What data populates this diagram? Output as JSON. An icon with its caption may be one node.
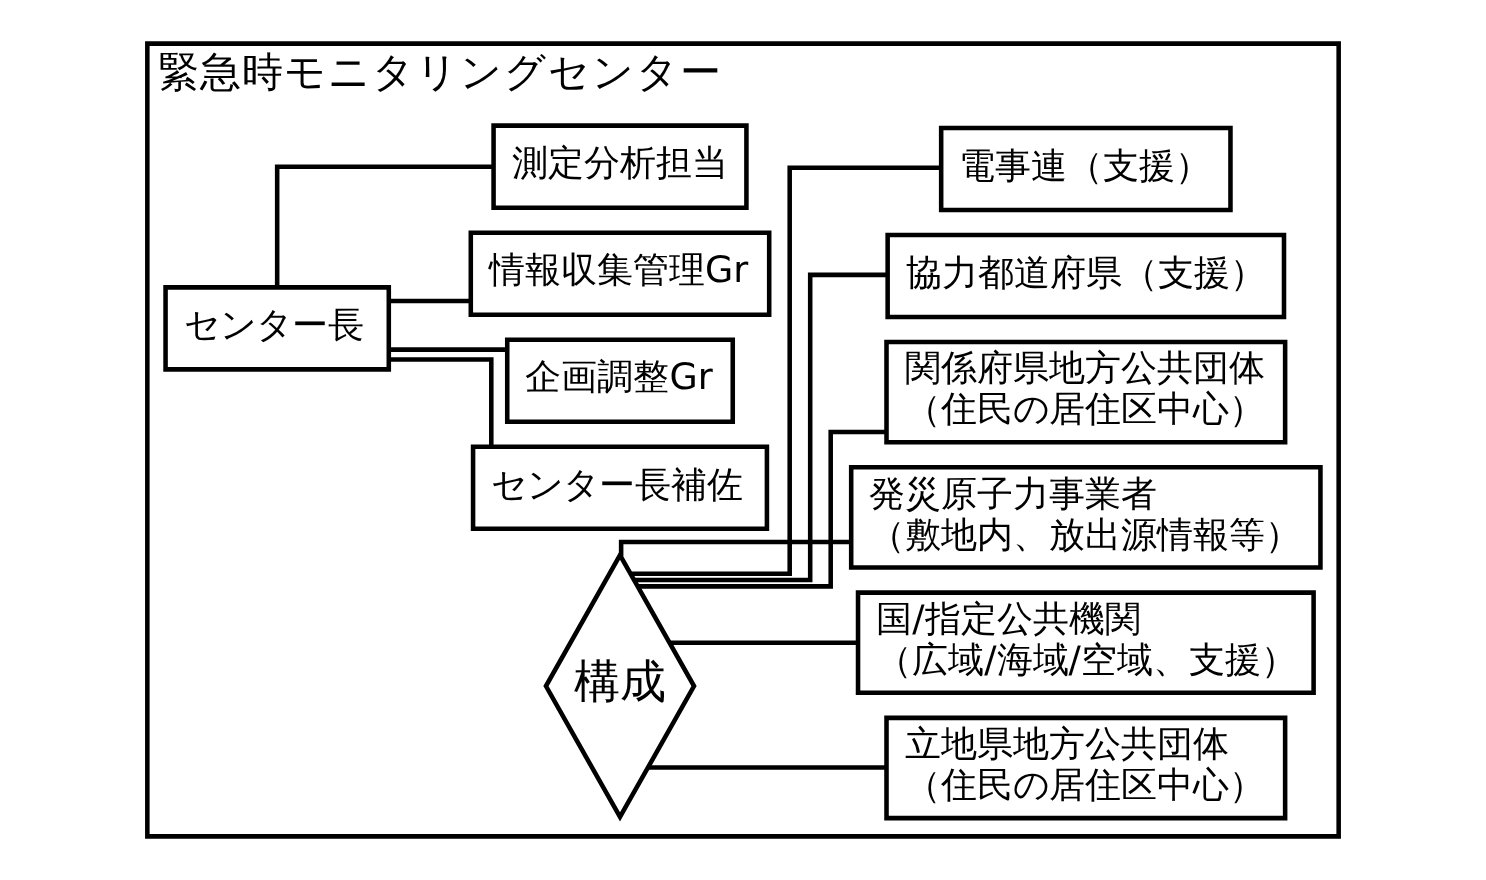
{
  "diagram": {
    "nodes": [
      {
        "text": [
          "緊急時モニタリングセンター"
        ]
      },
      {
        "text": [
          "センター長"
        ],
        "in": 0
      },
      {
        "text": [
          "センター長補佐"
        ],
        "in": 0
      },
      {
        "text": [
          "企画調整Gr"
        ],
        "in": 0
      },
      {
        "text": [
          "情報収集管理Gr"
        ],
        "in": 0
      },
      {
        "text": [
          "測定分析担当"
        ],
        "in": 0
      },
      {
        "text": [
          "構成"
        ],
        "in": 0
      },
      {
        "text": [
          "立地県地方公共団体",
          "（住民の居住区中心）"
        ],
        "in": 0
      },
      {
        "text": [
          "国/指定公共機関",
          "（広域/海域/空域、支援）"
        ],
        "in": 0
      },
      {
        "text": [
          "発災原子力事業者",
          "（敷地内、放出源情報等）"
        ],
        "in": 0
      },
      {
        "text": [
          "関係府県地方公共団体",
          "（住民の居住区中心）"
        ],
        "in": 0
      },
      {
        "text": [
          "協力都道府県（支援）"
        ],
        "in": 0
      },
      {
        "text": [
          "電事連（支援）"
        ],
        "in": 0
      }
    ],
    "edges": [
      {
        "from": 1,
        "to": 2,
        "arrow": "none"
      },
      {
        "from": 1,
        "to": 3,
        "arrow": "none"
      },
      {
        "from": 1,
        "to": 4,
        "arrow": "none"
      },
      {
        "from": 1,
        "to": 5,
        "arrow": "none"
      },
      {
        "from": 6,
        "to": 7,
        "arrow": "none"
      },
      {
        "from": 6,
        "to": 8,
        "arrow": "none"
      },
      {
        "from": 6,
        "to": 9,
        "arrow": "none"
      },
      {
        "from": 6,
        "to": 10,
        "arrow": "none"
      },
      {
        "from": 6,
        "to": 11,
        "arrow": "none"
      },
      {
        "from": 6,
        "to": 12,
        "arrow": "none"
      }
    ]
  }
}
